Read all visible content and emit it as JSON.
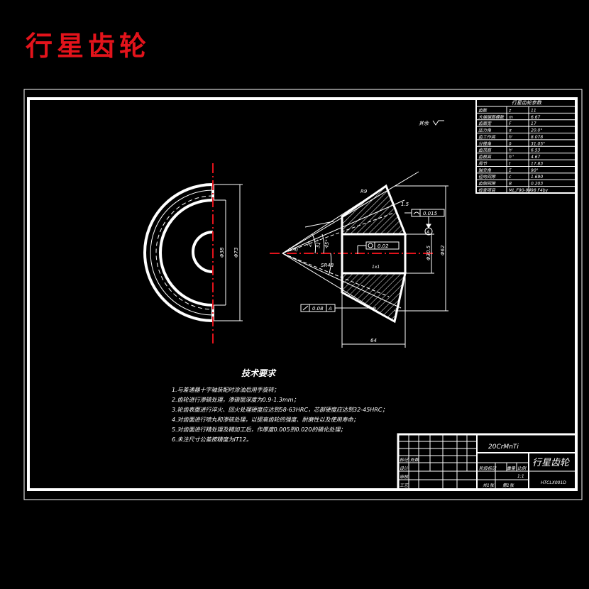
{
  "header": {
    "title": "行星齿轮"
  },
  "surface_mark": "其余",
  "parameter_table": {
    "title": "行星齿轮参数",
    "rows": [
      [
        "齿数",
        "z",
        "11"
      ],
      [
        "大端端面模数",
        "m",
        "6.67"
      ],
      [
        "齿面宽",
        "F",
        "17"
      ],
      [
        "压力角",
        "α",
        "20.0°"
      ],
      [
        "齿工作高",
        "h'",
        "8.078"
      ],
      [
        "分锥角",
        "δ",
        "31.05°"
      ],
      [
        "齿顶高",
        "h'",
        "6.53"
      ],
      [
        "齿根高",
        "h''",
        "4.67"
      ],
      [
        "周节",
        "t",
        "17.83"
      ],
      [
        "轴交角",
        "Σ",
        "90°"
      ],
      [
        "径向间隙",
        "c",
        "1.690"
      ],
      [
        "齿侧间隙",
        "B",
        "0.203"
      ],
      [
        "检查项目",
        "ML,F90-94",
        "98 F4by"
      ]
    ]
  },
  "dimensions": {
    "phi_inner": "Φ38",
    "phi_outer": "Φ73",
    "phi_right": "Φ62",
    "phi_center": "Φ30.5",
    "width": "64",
    "angle_top": "R9",
    "cone_labels": [
      "2°",
      "31°",
      "45°"
    ],
    "left_small": "(0.5)",
    "c1": "1.5",
    "bottom_small": "1x1",
    "slant_label": "SR48"
  },
  "tolerances": {
    "top": "0.015",
    "middle": "0.02",
    "bottom": "0.08",
    "datum": "A"
  },
  "tech_requirements": {
    "title": "技术要求",
    "items": [
      "1.与差速器十字轴装配时涂油后用手旋转；",
      "2.齿轮进行渗碳处理，渗碳层深度为0.9-1.3mm；",
      "3.轮齿表面进行淬火、回火处理硬度应达到58-63HRC，芯部硬度应达到32-45HRC；",
      "4.对齿面进行喷丸和渗硫处理，以提高齿轮的强度、耐磨性以及使用寿命；",
      "5.对齿面进行精处理及精加工后，作厚度0.005到0.020的磷化处理；",
      "6.未注尺寸公差按精度为IT12。"
    ]
  },
  "title_block": {
    "material": "20CrMnTi",
    "part_name": "行星齿轮",
    "drawing_no": "HTCLX001D",
    "labels": {
      "mark": "标记",
      "place": "处数",
      "design": "设计",
      "check": "审核",
      "process": "工艺",
      "stage_mark": "阶段标记",
      "weight": "重量",
      "scale": "比例",
      "scale_value": "1:1",
      "sheets": "共1张",
      "sheet_no": "第1张"
    }
  },
  "colors": {
    "background": "#000000",
    "lines": "#ffffff",
    "centerline": "#e3131b",
    "title": "#e3131b"
  }
}
